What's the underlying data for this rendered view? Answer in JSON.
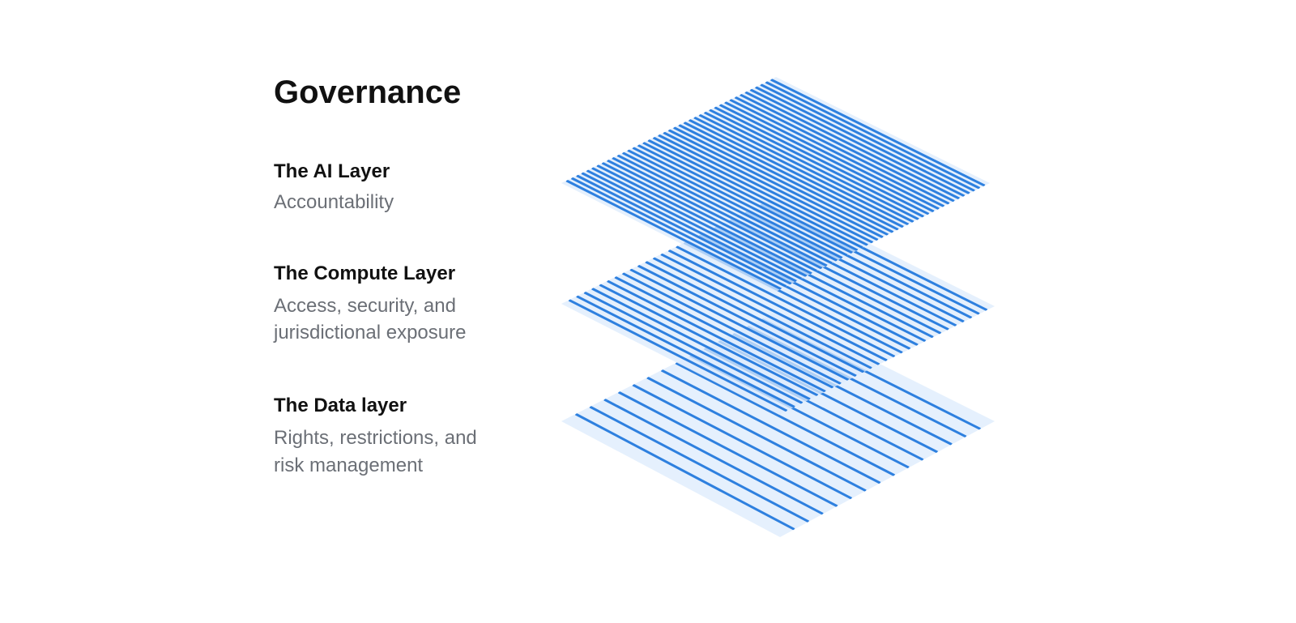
{
  "title": "Governance",
  "layers": [
    {
      "name": " The AI Layer",
      "description": [
        "Accountability"
      ]
    },
    {
      "name": "The Compute Layer",
      "description": [
        "Access, security, and",
        "jurisdictional exposure"
      ]
    },
    {
      "name": "The Data layer",
      "description": [
        "Rights, restrictions, and",
        "risk management"
      ]
    }
  ],
  "colors": {
    "plane_fill": "#dcebfc",
    "stripe": "#1a73db",
    "text": "#111111",
    "muted": "#6b6f76"
  }
}
